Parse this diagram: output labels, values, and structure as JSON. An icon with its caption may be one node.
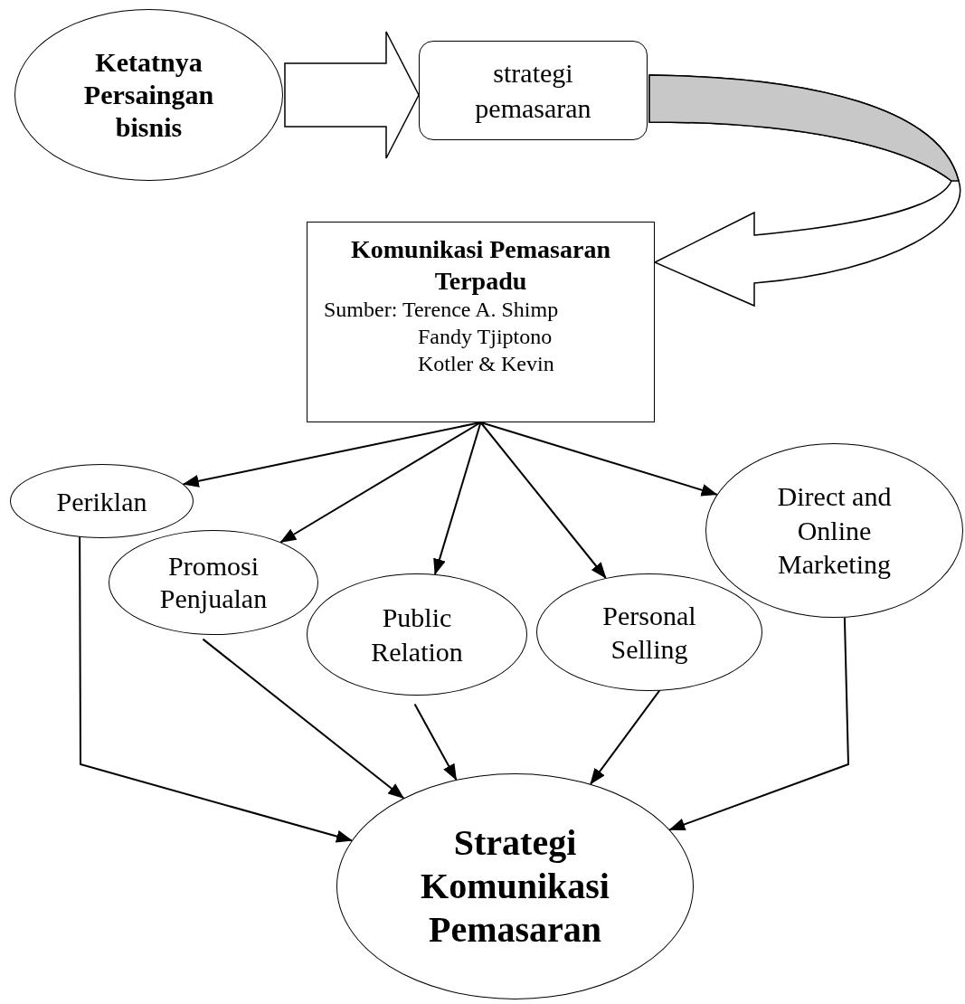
{
  "diagram": {
    "nodes": [
      {
        "text": [
          "Ketatnya Persaingan bisnis"
        ]
      },
      {
        "text": [
          "strategi pemasaran"
        ]
      },
      {
        "text": [
          "Komunikasi Pemasaran Terpadu",
          "Sumber: Terence A. Shimp",
          "Fandy Tjiptono",
          "Kotler & Kevin"
        ]
      },
      {
        "text": [
          "Periklan"
        ]
      },
      {
        "text": [
          "Promosi Penjualan"
        ]
      },
      {
        "text": [
          "Public Relation"
        ]
      },
      {
        "text": [
          "Personal Selling"
        ]
      },
      {
        "text": [
          "Direct and Online Marketing"
        ]
      },
      {
        "text": [
          "Strategi Komunikasi Pemasaran"
        ]
      }
    ],
    "edges": [
      {
        "from": 0,
        "to": 1,
        "arrow": "to",
        "style": "thick"
      },
      {
        "from": 1,
        "to": 2,
        "arrow": "to",
        "style": "thick"
      },
      {
        "from": 2,
        "to": 3,
        "arrow": "to"
      },
      {
        "from": 2,
        "to": 4,
        "arrow": "to"
      },
      {
        "from": 2,
        "to": 5,
        "arrow": "to"
      },
      {
        "from": 2,
        "to": 6,
        "arrow": "to"
      },
      {
        "from": 2,
        "to": 7,
        "arrow": "to"
      },
      {
        "from": 3,
        "to": 8,
        "arrow": "to"
      },
      {
        "from": 4,
        "to": 8,
        "arrow": "to"
      },
      {
        "from": 5,
        "to": 8,
        "arrow": "to"
      },
      {
        "from": 6,
        "to": 8,
        "arrow": "to"
      },
      {
        "from": 7,
        "to": 8,
        "arrow": "to"
      }
    ]
  }
}
